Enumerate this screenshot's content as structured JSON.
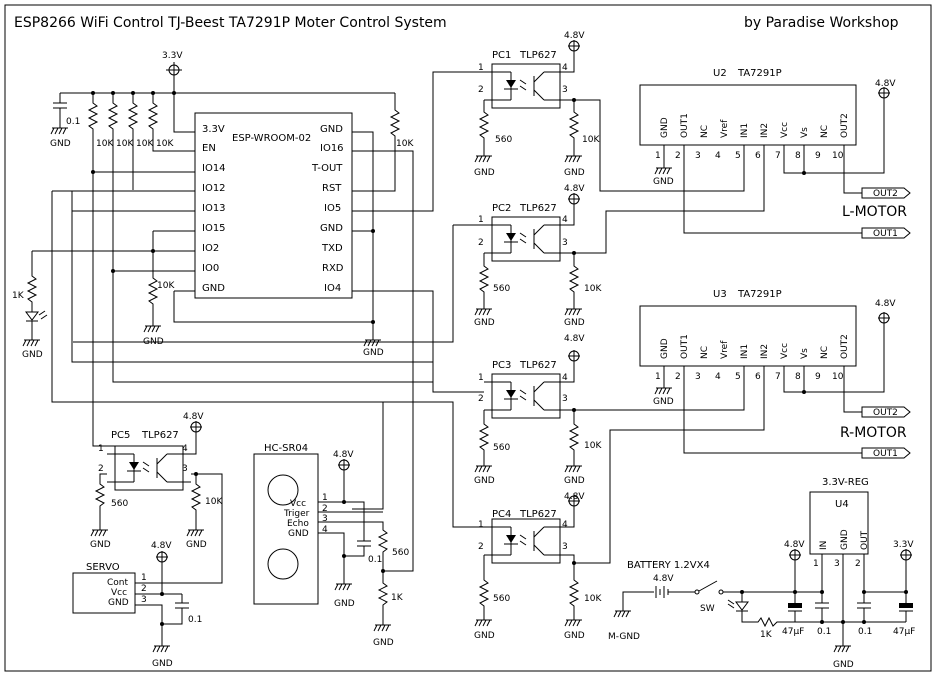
{
  "title": "ESP8266 WiFi Control TJ-Beest  TA7291P Moter Control System",
  "author": "by Paradise Workshop",
  "power": {
    "v33": "3.3V",
    "v48": "4.8V",
    "gnd": "GND",
    "mgnd": "M-GND"
  },
  "esp": {
    "name": "ESP-WROOM-02",
    "left_pins": [
      "3.3V",
      "EN",
      "IO14",
      "IO12",
      "IO13",
      "IO15",
      "IO2",
      "IO0",
      "GND"
    ],
    "right_pins": [
      "GND",
      "IO16",
      "T-OUT",
      "RST",
      "IO5",
      "GND",
      "TXD",
      "RXD",
      "IO4"
    ]
  },
  "resistors": {
    "r10k": "10K",
    "r560": "560",
    "r1k": "1K"
  },
  "caps": {
    "c01": "0.1",
    "c47": "47µF"
  },
  "optos": [
    {
      "ref": "PC1",
      "part": "TLP627"
    },
    {
      "ref": "PC2",
      "part": "TLP627"
    },
    {
      "ref": "PC3",
      "part": "TLP627"
    },
    {
      "ref": "PC4",
      "part": "TLP627"
    },
    {
      "ref": "PC5",
      "part": "TLP627"
    }
  ],
  "opto_pins": [
    "1",
    "2",
    "3",
    "4"
  ],
  "drivers": [
    {
      "ref": "U2",
      "part": "TA7291P",
      "motor": "L-MOTOR"
    },
    {
      "ref": "U3",
      "part": "TA7291P",
      "motor": "R-MOTOR"
    }
  ],
  "driver_pins": [
    "GND",
    "OUT1",
    "NC",
    "Vref",
    "IN1",
    "IN2",
    "Vcc",
    "Vs",
    "NC",
    "OUT2"
  ],
  "driver_pin_nums": [
    "1",
    "2",
    "3",
    "4",
    "5",
    "6",
    "7",
    "8",
    "9",
    "10"
  ],
  "outputs": {
    "out1": "OUT1",
    "out2": "OUT2"
  },
  "sensor": {
    "name": "HC-SR04",
    "pins": [
      "Vcc",
      "Triger",
      "Echo",
      "GND"
    ],
    "nums": [
      "1",
      "2",
      "3",
      "4"
    ]
  },
  "servo": {
    "name": "SERVO",
    "pins": [
      "Cont",
      "Vcc",
      "GND"
    ],
    "nums": [
      "1",
      "2",
      "3"
    ]
  },
  "regulator": {
    "label": "3.3V-REG",
    "ref": "U4",
    "pins": [
      "IN",
      "GND",
      "OUT"
    ],
    "nums": [
      "1",
      "3",
      "2"
    ]
  },
  "battery": {
    "label": "BATTERY 1.2VX4",
    "volt": "4.8V"
  },
  "switch": "SW"
}
